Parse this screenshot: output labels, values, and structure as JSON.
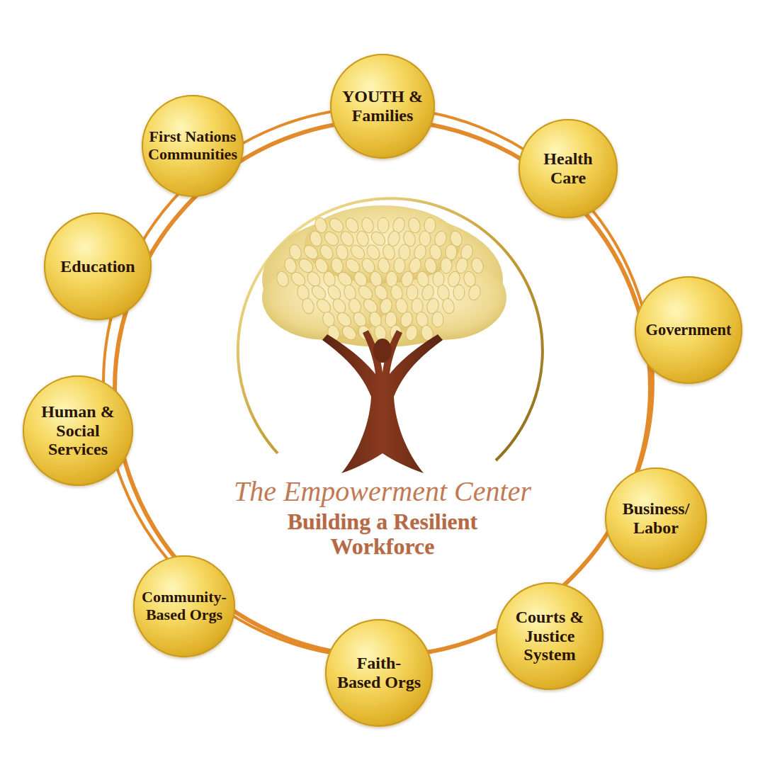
{
  "diagram": {
    "nodes": [
      {
        "text": [
          "The Empowerment Center",
          "Building a Resilient Workforce"
        ]
      },
      {
        "text": [
          "YOUTH & Families"
        ]
      },
      {
        "text": [
          "Health Care"
        ]
      },
      {
        "text": [
          "Government"
        ]
      },
      {
        "text": [
          "Business/ Labor"
        ]
      },
      {
        "text": [
          "Courts & Justice System"
        ]
      },
      {
        "text": [
          "Faith-Based Orgs"
        ]
      },
      {
        "text": [
          "Community-Based Orgs"
        ]
      },
      {
        "text": [
          "Human & Social Services"
        ]
      },
      {
        "text": [
          "Education"
        ]
      },
      {
        "text": [
          "First Nations Communities"
        ]
      }
    ]
  }
}
